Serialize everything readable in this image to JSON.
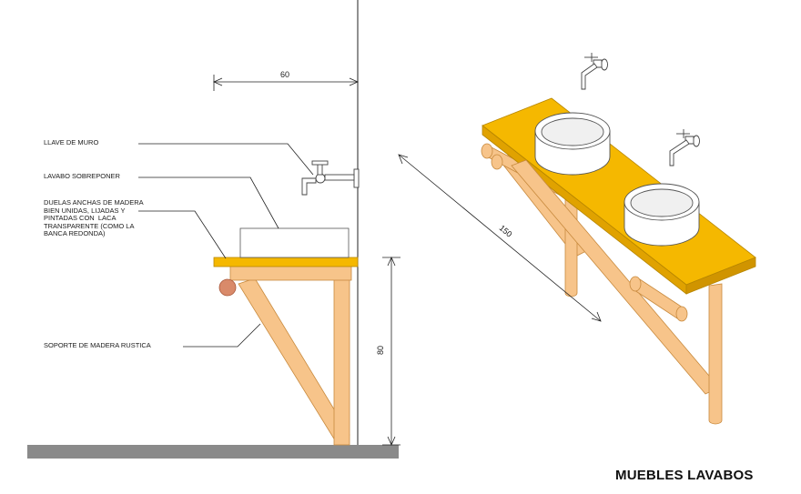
{
  "labels": {
    "llave": "LLAVE DE MURO",
    "lavabo": "LAVABO SOBREPONER",
    "duelas": "DUELAS ANCHAS DE MADERA\nBIEN UNIDAS, LIJADAS Y\nPINTADAS CON  LACA\nTRANSPARENTE (COMO LA\nBANCA REDONDA)",
    "soporte": "SOPORTE DE MADERA RUSTICA"
  },
  "dimensions": {
    "depth": "60",
    "height": "80",
    "length": "150"
  },
  "title": "MUEBLES LAVABOS",
  "colors": {
    "countertop": "#F5B800",
    "wood": "#F7C48A",
    "wood_stroke": "#C88A3E",
    "round_log": "#D98A6A",
    "floor": "#8A8A8A",
    "line": "#222222"
  }
}
